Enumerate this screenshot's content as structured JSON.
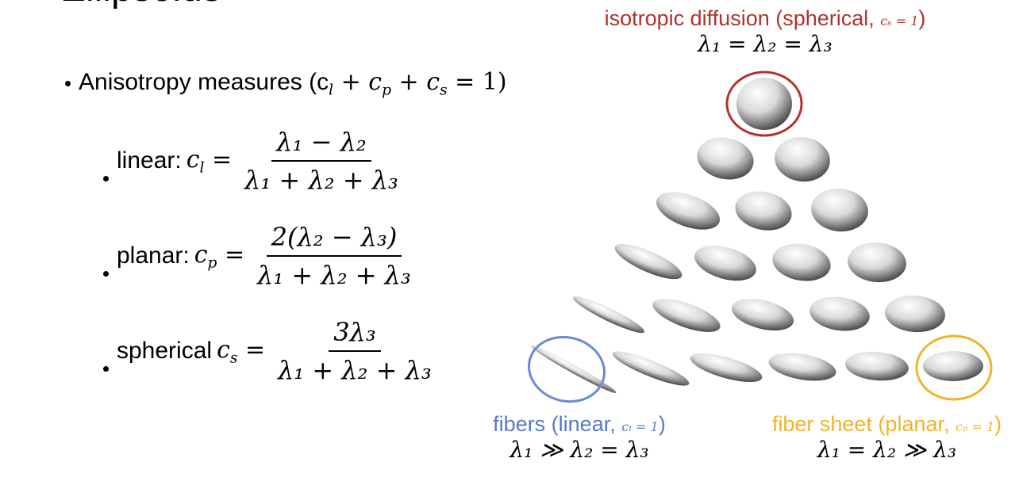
{
  "slide": {
    "title": "Ellipsoids"
  },
  "bullets": {
    "main": "Anisotropy measures (c",
    "main_l": "l",
    "main_plus1": " + c",
    "main_p": "p",
    "main_plus2": " + c",
    "main_s": "s",
    "main_end": " = 1)",
    "linear_label": "linear: ",
    "planar_label": "planar: ",
    "spherical_label": "spherical "
  },
  "formulas": {
    "linear": {
      "lhs": "c",
      "sub": "l",
      "num": "λ₁ − λ₂",
      "den": "λ₁ + λ₂ + λ₃"
    },
    "planar": {
      "lhs": "c",
      "sub": "p",
      "num": "2(λ₂ − λ₃)",
      "den": "λ₁ + λ₂ + λ₃"
    },
    "spherical": {
      "lhs": "c",
      "sub": "s",
      "num": "3λ₃",
      "den": "λ₁ + λ₂ + λ₃"
    }
  },
  "captions": {
    "isotropic": {
      "title": "isotropic diffusion (spherical, ",
      "sub": "cₛ = 1",
      "close": ")",
      "eq": "λ₁ = λ₂ = λ₃",
      "color": "#b0342b"
    },
    "fibers": {
      "title": "fibers (linear, ",
      "sub": "cₗ = 1",
      "close": ")",
      "eq": "λ₁ ≫ λ₂ = λ₃",
      "color": "#5a78c8"
    },
    "sheet": {
      "title": "fiber sheet (planar, ",
      "sub": "cₚ = 1",
      "close": ")",
      "eq": "λ₁ = λ₂ ≫ λ₃",
      "color": "#f0b429"
    }
  }
}
